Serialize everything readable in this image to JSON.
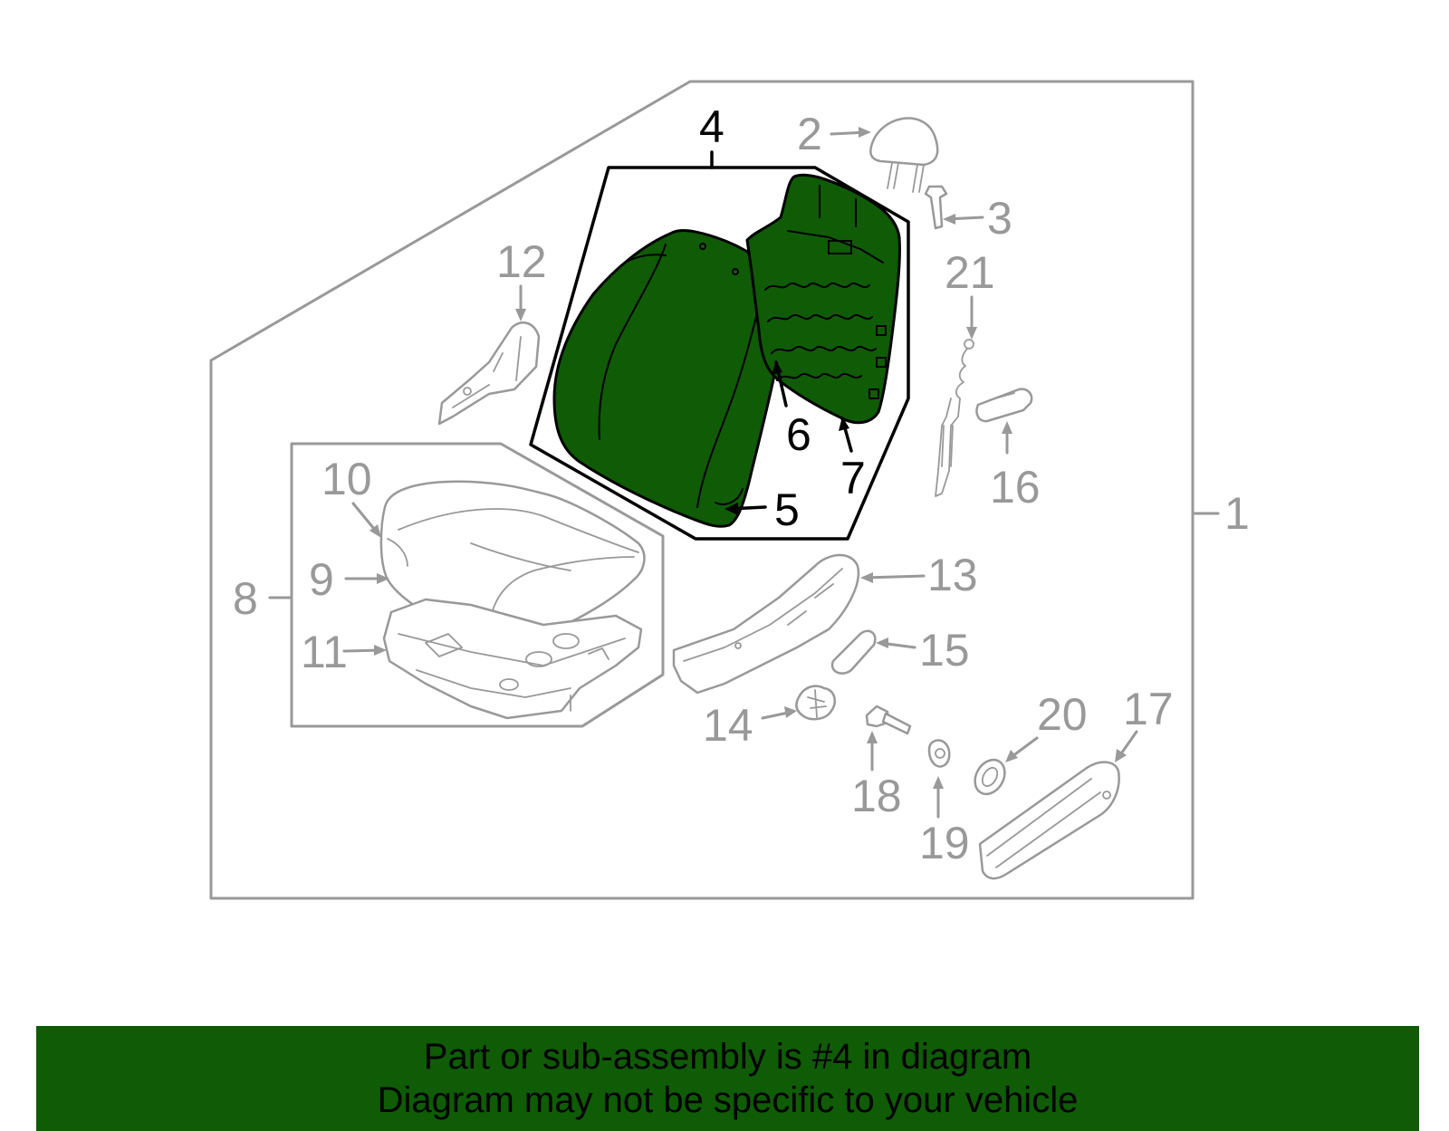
{
  "colors": {
    "highlight": "#0f5b06",
    "outline_grey": "#999999",
    "panel_bg": "#f7f7f7",
    "banner_bg": "#0f5b06"
  },
  "callouts": [
    {
      "number": "1",
      "highlighted": false
    },
    {
      "number": "2",
      "highlighted": false
    },
    {
      "number": "3",
      "highlighted": false
    },
    {
      "number": "4",
      "highlighted": true
    },
    {
      "number": "5",
      "highlighted": true
    },
    {
      "number": "6",
      "highlighted": true
    },
    {
      "number": "7",
      "highlighted": true
    },
    {
      "number": "8",
      "highlighted": false
    },
    {
      "number": "9",
      "highlighted": false
    },
    {
      "number": "10",
      "highlighted": false
    },
    {
      "number": "11",
      "highlighted": false
    },
    {
      "number": "12",
      "highlighted": false
    },
    {
      "number": "13",
      "highlighted": false
    },
    {
      "number": "14",
      "highlighted": false
    },
    {
      "number": "15",
      "highlighted": false
    },
    {
      "number": "16",
      "highlighted": false
    },
    {
      "number": "17",
      "highlighted": false
    },
    {
      "number": "18",
      "highlighted": false
    },
    {
      "number": "19",
      "highlighted": false
    },
    {
      "number": "20",
      "highlighted": false
    },
    {
      "number": "21",
      "highlighted": false
    }
  ],
  "banner": {
    "line1": "Part or sub-assembly is #4 in diagram",
    "line2": "Diagram may not be specific to your vehicle"
  }
}
